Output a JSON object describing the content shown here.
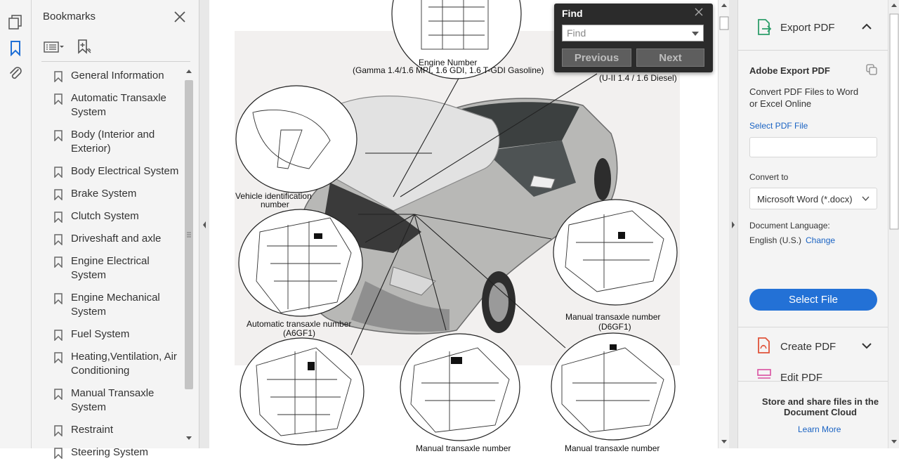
{
  "bookmarks": {
    "title": "Bookmarks",
    "items": [
      {
        "label": "General Information"
      },
      {
        "label": "Automatic Transaxle System"
      },
      {
        "label": "Body (Interior and Exterior)"
      },
      {
        "label": "Body Electrical System"
      },
      {
        "label": "Brake System"
      },
      {
        "label": "Clutch System"
      },
      {
        "label": "Driveshaft and axle"
      },
      {
        "label": "Engine Electrical System"
      },
      {
        "label": "Engine Mechanical System"
      },
      {
        "label": "Fuel System"
      },
      {
        "label": "Heating,Ventilation, Air Conditioning"
      },
      {
        "label": "Manual Transaxle System"
      },
      {
        "label": "Restraint"
      },
      {
        "label": "Steering System"
      }
    ]
  },
  "find": {
    "title": "Find",
    "placeholder": "Find",
    "previous_label": "Previous",
    "next_label": "Next"
  },
  "document": {
    "labels": {
      "engine_number": "Engine Number",
      "engine_gasoline": "(Gamma 1.4/1.6 MPI, 1.6 GDI, 1.6 T-GDI Gasoline)",
      "engine_diesel": "(U-II 1.4 / 1.6 Diesel)",
      "vin_1": "Vehicle identification",
      "vin_2": "number",
      "auto_1": "Automatic transaxle number",
      "auto_2": "(A6GF1)",
      "manual_1": "Manual transaxle number",
      "manual_2": "(D6GF1)",
      "bottom_1": "Manual transaxle number",
      "bottom_2": "Manual transaxle number"
    }
  },
  "right_pane": {
    "export_title": "Export PDF",
    "adobe_export_title": "Adobe Export PDF",
    "convert_desc": "Convert PDF Files to Word or Excel Online",
    "select_pdf_label": "Select PDF File",
    "convert_to_label": "Convert to",
    "convert_to_value": "Microsoft Word (*.docx)",
    "doc_language_label": "Document Language:",
    "doc_language_value": "English (U.S.)",
    "change_label": "Change",
    "select_file_label": "Select File",
    "create_pdf_label": "Create PDF",
    "edit_pdf_label": "Edit PDF",
    "store_share_text": "Store and share files in the Document Cloud",
    "learn_more_label": "Learn More"
  },
  "colors": {
    "accent_blue": "#2371d6",
    "link_blue": "#1a63c3",
    "export_green": "#2e9e6b",
    "create_red": "#e0533a",
    "edit_pink": "#d94fa0"
  }
}
